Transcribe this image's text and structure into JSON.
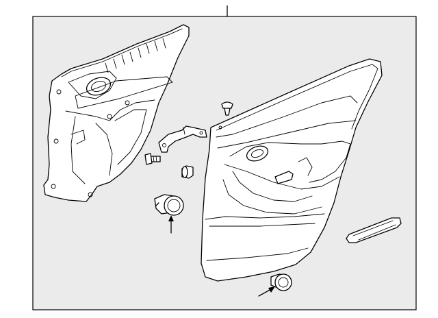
{
  "diagram": {
    "background": "#ebebeb",
    "line_color": "#000000",
    "parts": [
      {
        "name": "door-inner-trim-carrier",
        "kind": "panel"
      },
      {
        "name": "door-trim-panel",
        "kind": "panel"
      },
      {
        "name": "mounting-bracket",
        "kind": "bracket"
      },
      {
        "name": "screw",
        "kind": "fastener"
      },
      {
        "name": "small-retainer",
        "kind": "fastener"
      },
      {
        "name": "push-pin-clip",
        "kind": "fastener"
      },
      {
        "name": "trim-clip-left",
        "kind": "fastener"
      },
      {
        "name": "trim-clip-bottom",
        "kind": "fastener"
      },
      {
        "name": "armrest-pull-handle",
        "kind": "trim"
      }
    ],
    "callouts": [
      {
        "name": "callout-arrow-left-clip",
        "direction": "up"
      },
      {
        "name": "callout-arrow-bottom-clip",
        "direction": "up-right"
      }
    ]
  }
}
